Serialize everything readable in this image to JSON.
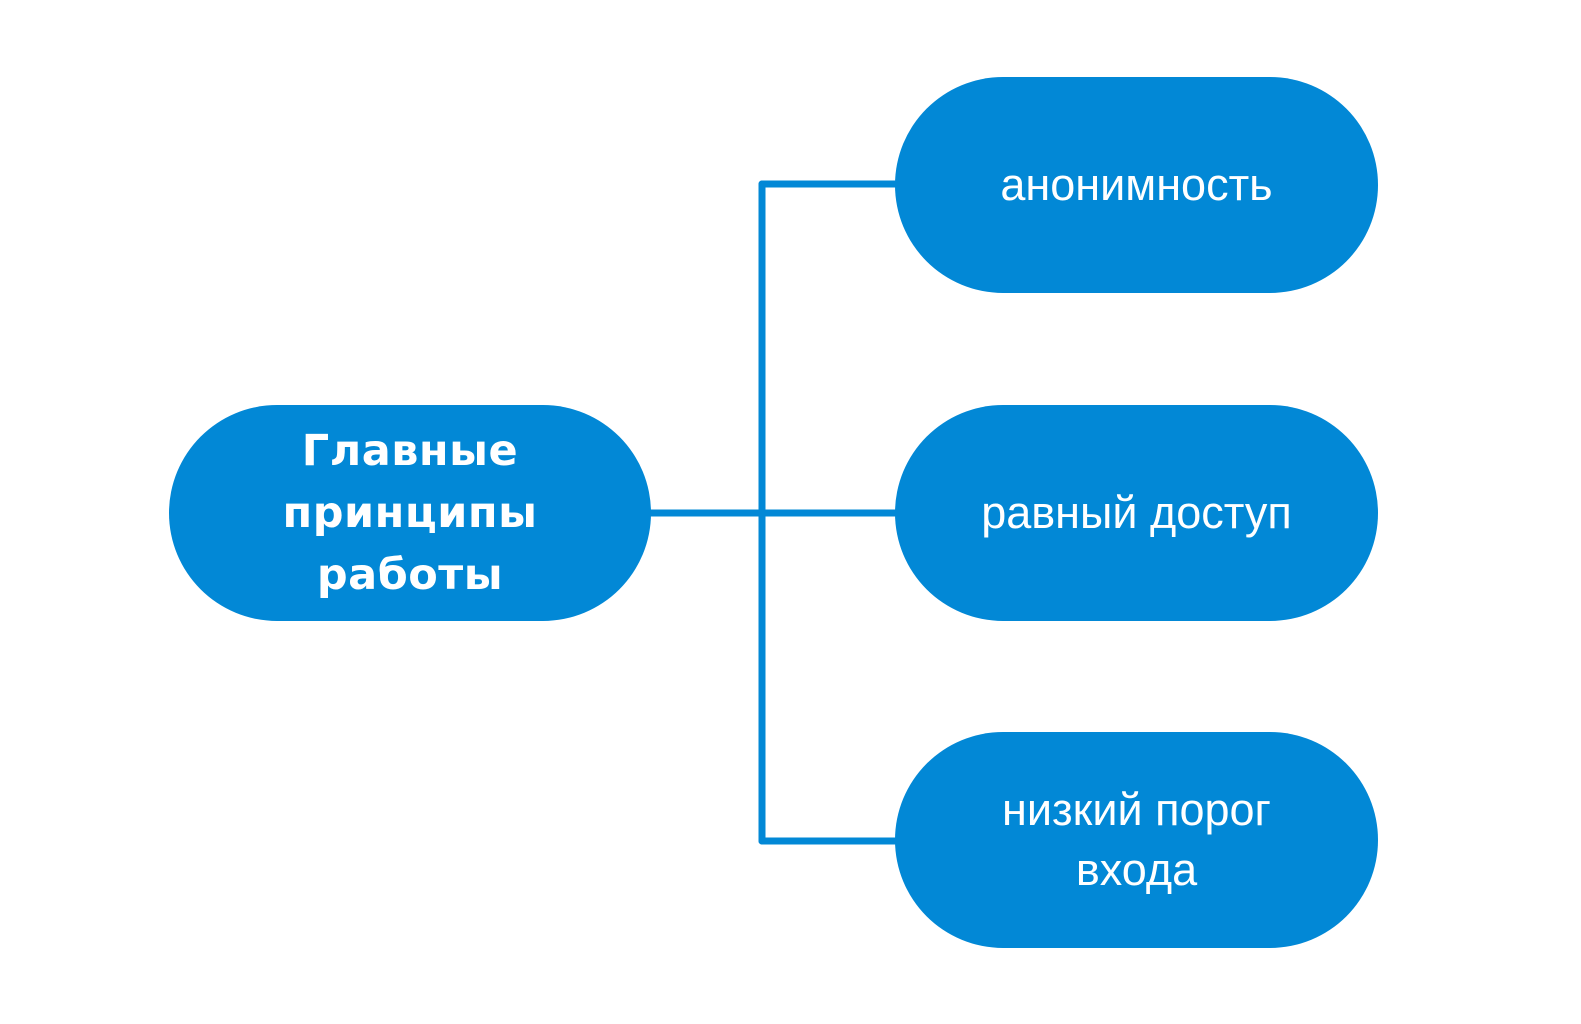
{
  "diagram": {
    "root": {
      "lines": [
        "Главные",
        "принципы",
        "работы"
      ]
    },
    "leaves": [
      {
        "lines": [
          "анонимность"
        ]
      },
      {
        "lines": [
          "равный доступ"
        ]
      },
      {
        "lines": [
          "низкий порог",
          "входа"
        ]
      }
    ],
    "colors": {
      "node_fill": "#0288d6",
      "connector": "#0288d6",
      "text": "#ffffff",
      "background": "#ffffff"
    }
  }
}
